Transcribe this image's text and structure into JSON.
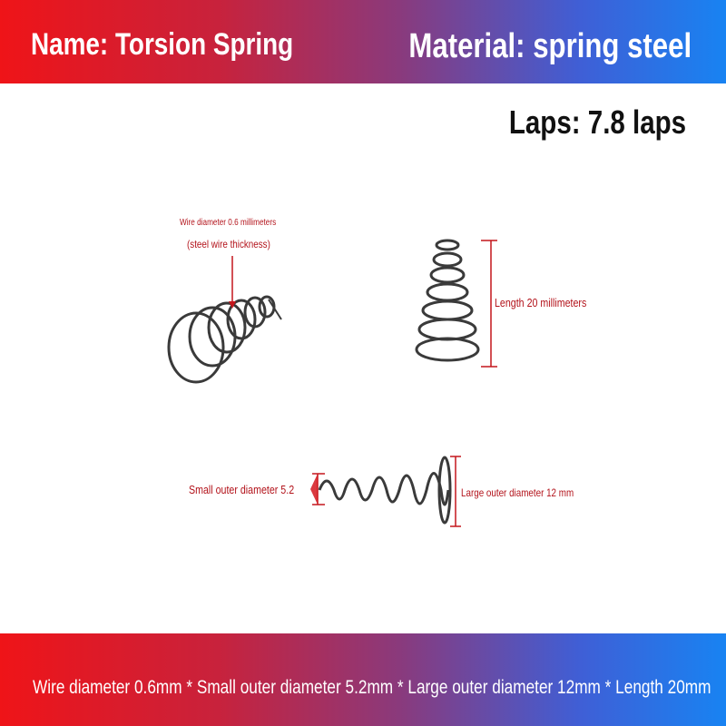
{
  "header": {
    "name": "Name: Torsion Spring",
    "material": "Material: spring steel"
  },
  "laps": "Laps: 7.8 laps",
  "annotations": {
    "wire_diameter": "Wire diameter 0.6 millimeters",
    "wire_note": "(steel wire thickness)",
    "length": "Length 20 millimeters",
    "small_outer": "Small outer diameter 5.2",
    "large_outer": "Large outer diameter 12 mm"
  },
  "footer": "Wire diameter 0.6mm * Small outer diameter 5.2mm * Large outer diameter 12mm * Length 20mm",
  "colors": {
    "band_left": "#ef1418",
    "band_right": "#1883f2",
    "annotation_red": "#b3131b",
    "spring_steel": "#3a3a3a"
  }
}
